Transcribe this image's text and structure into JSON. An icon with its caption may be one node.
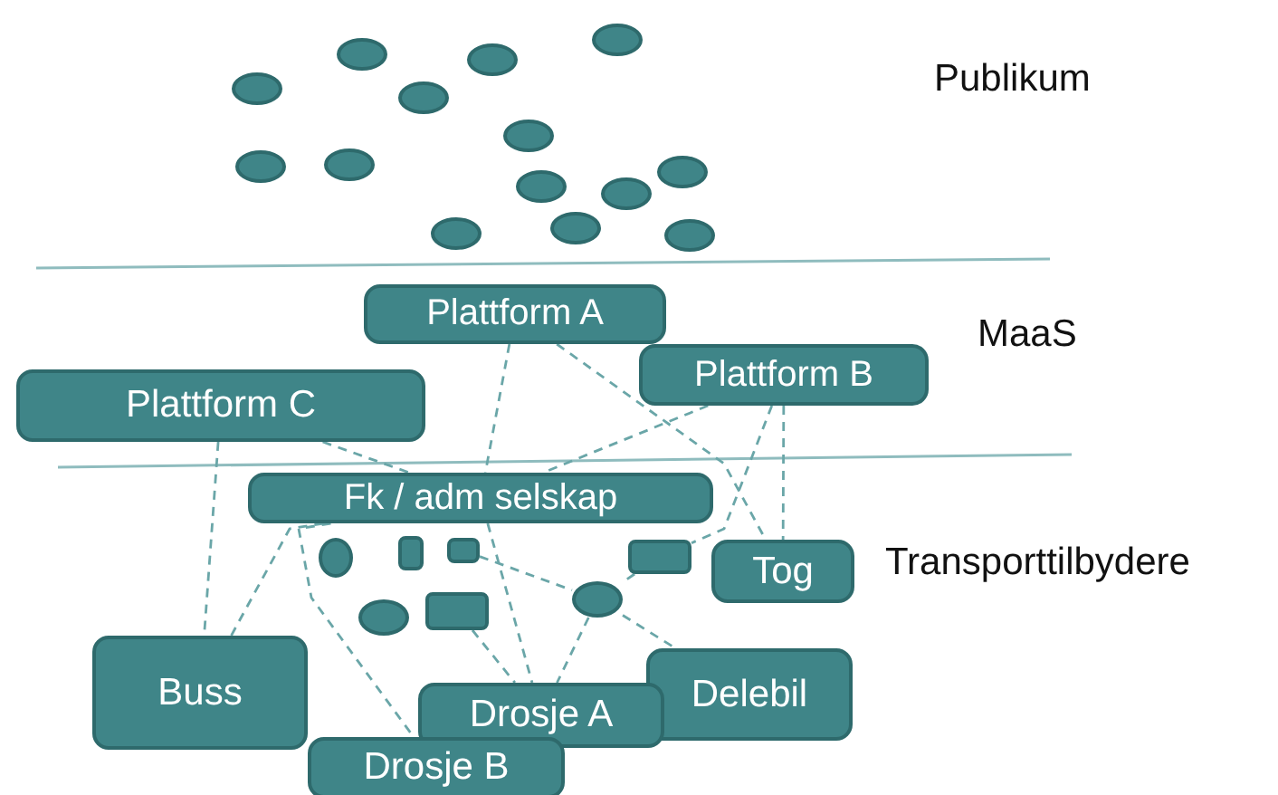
{
  "diagram": {
    "nodes": [
      {
        "text": [],
        "shape": "circle"
      },
      {
        "text": [],
        "shape": "circle"
      },
      {
        "text": [],
        "shape": "circle"
      },
      {
        "text": [],
        "shape": "circle"
      },
      {
        "text": [],
        "shape": "circle"
      },
      {
        "text": [],
        "shape": "circle"
      },
      {
        "text": [],
        "shape": "circle"
      },
      {
        "text": [],
        "shape": "circle"
      },
      {
        "text": [],
        "shape": "circle"
      },
      {
        "text": [],
        "shape": "circle"
      },
      {
        "text": [],
        "shape": "circle"
      },
      {
        "text": [],
        "shape": "circle"
      },
      {
        "text": [],
        "shape": "circle"
      },
      {
        "text": [],
        "shape": "circle"
      },
      {
        "text": [
          "Plattform A"
        ]
      },
      {
        "text": [
          "Plattform B"
        ]
      },
      {
        "text": [
          "Plattform C"
        ]
      },
      {
        "text": [
          "Fk / adm selskap"
        ]
      },
      {
        "text": [],
        "shape": "circle"
      },
      {
        "text": [],
        "shape": "box"
      },
      {
        "text": [],
        "shape": "box"
      },
      {
        "text": [],
        "shape": "box"
      },
      {
        "text": [
          "Tog"
        ]
      },
      {
        "text": [],
        "shape": "circle"
      },
      {
        "text": [],
        "shape": "box"
      },
      {
        "text": [],
        "shape": "circle"
      },
      {
        "text": [
          "Buss"
        ]
      },
      {
        "text": [
          "Delebil"
        ]
      },
      {
        "text": [
          "Drosje A"
        ]
      },
      {
        "text": [
          "Drosje B"
        ]
      }
    ],
    "edges": [
      {
        "from": 14,
        "to": 17,
        "arrow": "none",
        "style": "dashed"
      },
      {
        "from": 14,
        "to": 22,
        "arrow": "none",
        "style": "dashed"
      },
      {
        "from": 15,
        "to": 17,
        "arrow": "none",
        "style": "dashed"
      },
      {
        "from": 15,
        "to": 21,
        "arrow": "none",
        "style": "dashed"
      },
      {
        "from": 15,
        "to": 22,
        "arrow": "none",
        "style": "dashed"
      },
      {
        "from": 16,
        "to": 26,
        "arrow": "none",
        "style": "dashed"
      },
      {
        "from": 16,
        "to": 17,
        "arrow": "none",
        "style": "dashed"
      },
      {
        "from": 17,
        "to": 26,
        "arrow": "none",
        "style": "dashed"
      },
      {
        "from": 17,
        "to": 29,
        "arrow": "none",
        "style": "dashed"
      },
      {
        "from": 17,
        "to": 28,
        "arrow": "none",
        "style": "dashed"
      },
      {
        "from": 20,
        "to": 25,
        "arrow": "none",
        "style": "dashed"
      },
      {
        "from": 21,
        "to": 25,
        "arrow": "none",
        "style": "dashed"
      },
      {
        "from": 25,
        "to": 28,
        "arrow": "none",
        "style": "dashed"
      },
      {
        "from": 25,
        "to": 27,
        "arrow": "none",
        "style": "dashed"
      },
      {
        "from": 24,
        "to": 28,
        "arrow": "none",
        "style": "dashed"
      }
    ],
    "labels": [
      "Publikum",
      "MaaS",
      "Transporttilbydere"
    ]
  }
}
